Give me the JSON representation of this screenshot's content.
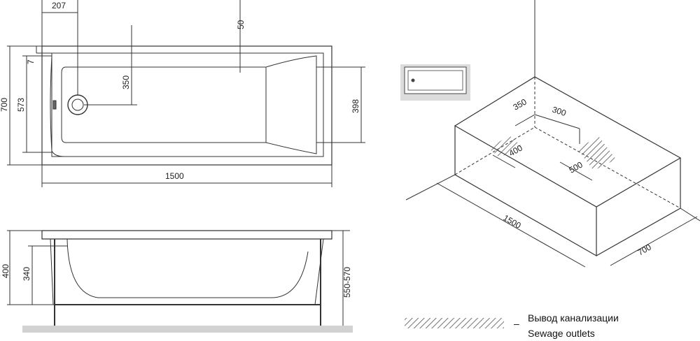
{
  "plan_view": {
    "dim_207": "207",
    "dim_50": "50",
    "dim_7": "7",
    "dim_700": "700",
    "dim_573": "573",
    "dim_350": "350",
    "dim_398": "398",
    "dim_1500": "1500"
  },
  "side_view": {
    "dim_400": "400",
    "dim_340": "340",
    "dim_550_570": "550-570"
  },
  "iso_view": {
    "dim_350": "350",
    "dim_300": "300",
    "dim_400": "400",
    "dim_500": "500",
    "dim_1500": "1500",
    "dim_700": "700"
  },
  "legend": {
    "dash": "–",
    "label_ru": "Вывод канализации",
    "label_en": "Sewage outlets"
  }
}
